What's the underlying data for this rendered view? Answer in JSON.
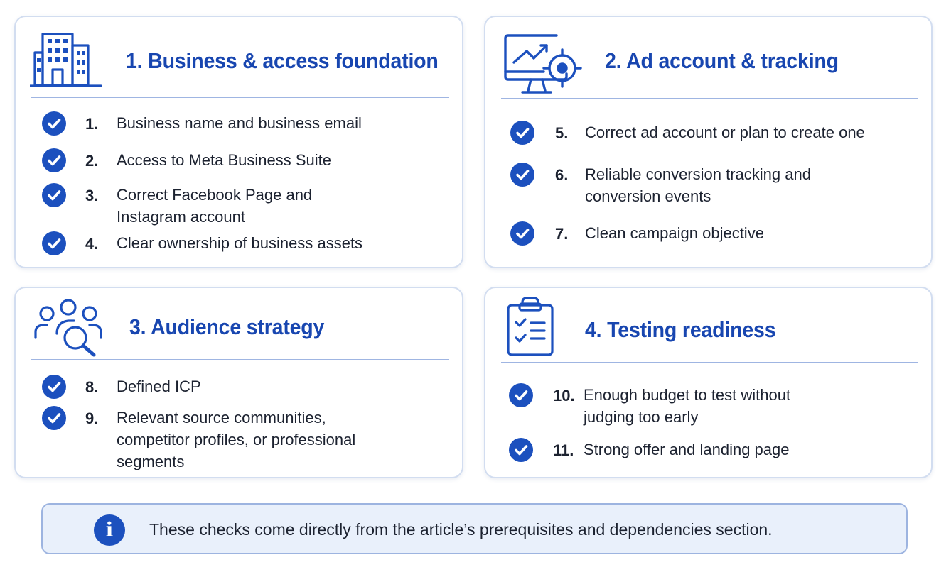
{
  "colors": {
    "accent": "#1c50be",
    "title": "#1846b0",
    "text": "#1c2230",
    "card_border": "#d2ddf0",
    "divider": "#9fb5e2",
    "note_background": "#e9f0fb"
  },
  "sections": [
    {
      "title": "1. Business & access foundation",
      "icon": "office-building-icon",
      "items": [
        {
          "num": "1.",
          "lines": [
            "Business name and business email"
          ]
        },
        {
          "num": "2.",
          "lines": [
            "Access to Meta Business Suite"
          ]
        },
        {
          "num": "3.",
          "lines": [
            "Correct Facebook Page and",
            "Instagram account"
          ]
        },
        {
          "num": "4.",
          "lines": [
            "Clear ownership of business assets"
          ]
        }
      ]
    },
    {
      "title": "2. Ad account & tracking",
      "icon": "monitor-chart-target-icon",
      "items": [
        {
          "num": "5.",
          "lines": [
            "Correct ad account or plan to create one"
          ]
        },
        {
          "num": "6.",
          "lines": [
            "Reliable conversion tracking and",
            "conversion events"
          ]
        },
        {
          "num": "7.",
          "lines": [
            "Clean campaign objective"
          ]
        }
      ]
    },
    {
      "title": "3. Audience strategy",
      "icon": "audience-search-icon",
      "items": [
        {
          "num": "8.",
          "lines": [
            "Defined ICP"
          ]
        },
        {
          "num": "9.",
          "lines": [
            "Relevant source communities,",
            "competitor profiles, or professional",
            "segments"
          ]
        }
      ]
    },
    {
      "title": "4. Testing readiness",
      "icon": "clipboard-checklist-icon",
      "items": [
        {
          "num": "10.",
          "lines": [
            "Enough budget to test without",
            "judging too early"
          ]
        },
        {
          "num": "11.",
          "lines": [
            "Strong offer and landing page"
          ]
        }
      ]
    }
  ],
  "note": {
    "icon": "info-icon",
    "text": "These checks come directly from the article’s prerequisites and dependencies section."
  }
}
